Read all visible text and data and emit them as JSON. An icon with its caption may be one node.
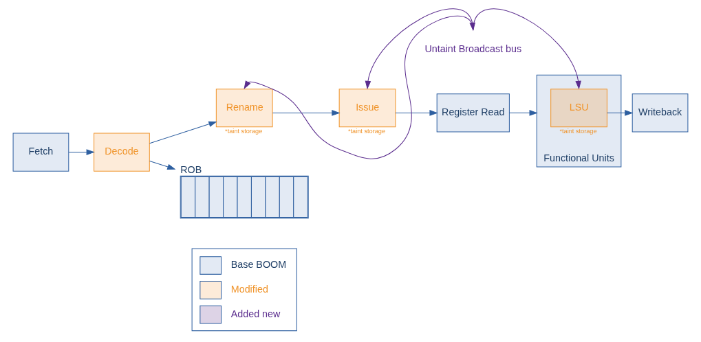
{
  "diagram": {
    "nodes": [
      {
        "text": [
          "Fetch"
        ]
      },
      {
        "text": [
          "Decode"
        ]
      },
      {
        "text": [
          "Rename"
        ],
        "beside": [
          "*taint storage"
        ]
      },
      {
        "text": [
          "Issue"
        ],
        "beside": [
          "*taint storage"
        ]
      },
      {
        "text": [
          "Register Read"
        ]
      },
      {
        "text": [
          "Functional Units"
        ]
      },
      {
        "text": [
          "LSU"
        ],
        "in": 5,
        "beside": [
          "*taint storage"
        ]
      },
      {
        "text": [
          "Writeback"
        ]
      },
      {
        "text": [
          "ROB"
        ]
      },
      {
        "text": [
          "Untaint Broadcast bus"
        ]
      }
    ],
    "edges": [
      {
        "from": 0,
        "to": 1,
        "arrow": "to"
      },
      {
        "from": 1,
        "to": 2,
        "arrow": "to"
      },
      {
        "from": 1,
        "to": 8,
        "arrow": "to"
      },
      {
        "from": 2,
        "to": 3,
        "arrow": "to"
      },
      {
        "from": 3,
        "to": 4,
        "arrow": "to"
      },
      {
        "from": 4,
        "to": 5,
        "arrow": "to"
      },
      {
        "from": 6,
        "to": 7,
        "arrow": "to"
      },
      {
        "from": 9,
        "to": 2,
        "arrow": "to",
        "color": "#5b2d8e"
      },
      {
        "from": 9,
        "to": 3,
        "arrow": "both",
        "color": "#5b2d8e"
      },
      {
        "from": 9,
        "to": 6,
        "arrow": "to",
        "color": "#5b2d8e"
      }
    ],
    "legend": [
      {
        "text": "Base BOOM",
        "color": "#e3eaf4"
      },
      {
        "text": "Modified",
        "color": "#fdebd9"
      },
      {
        "text": "Added new",
        "color": "#ddd3e6"
      }
    ]
  }
}
